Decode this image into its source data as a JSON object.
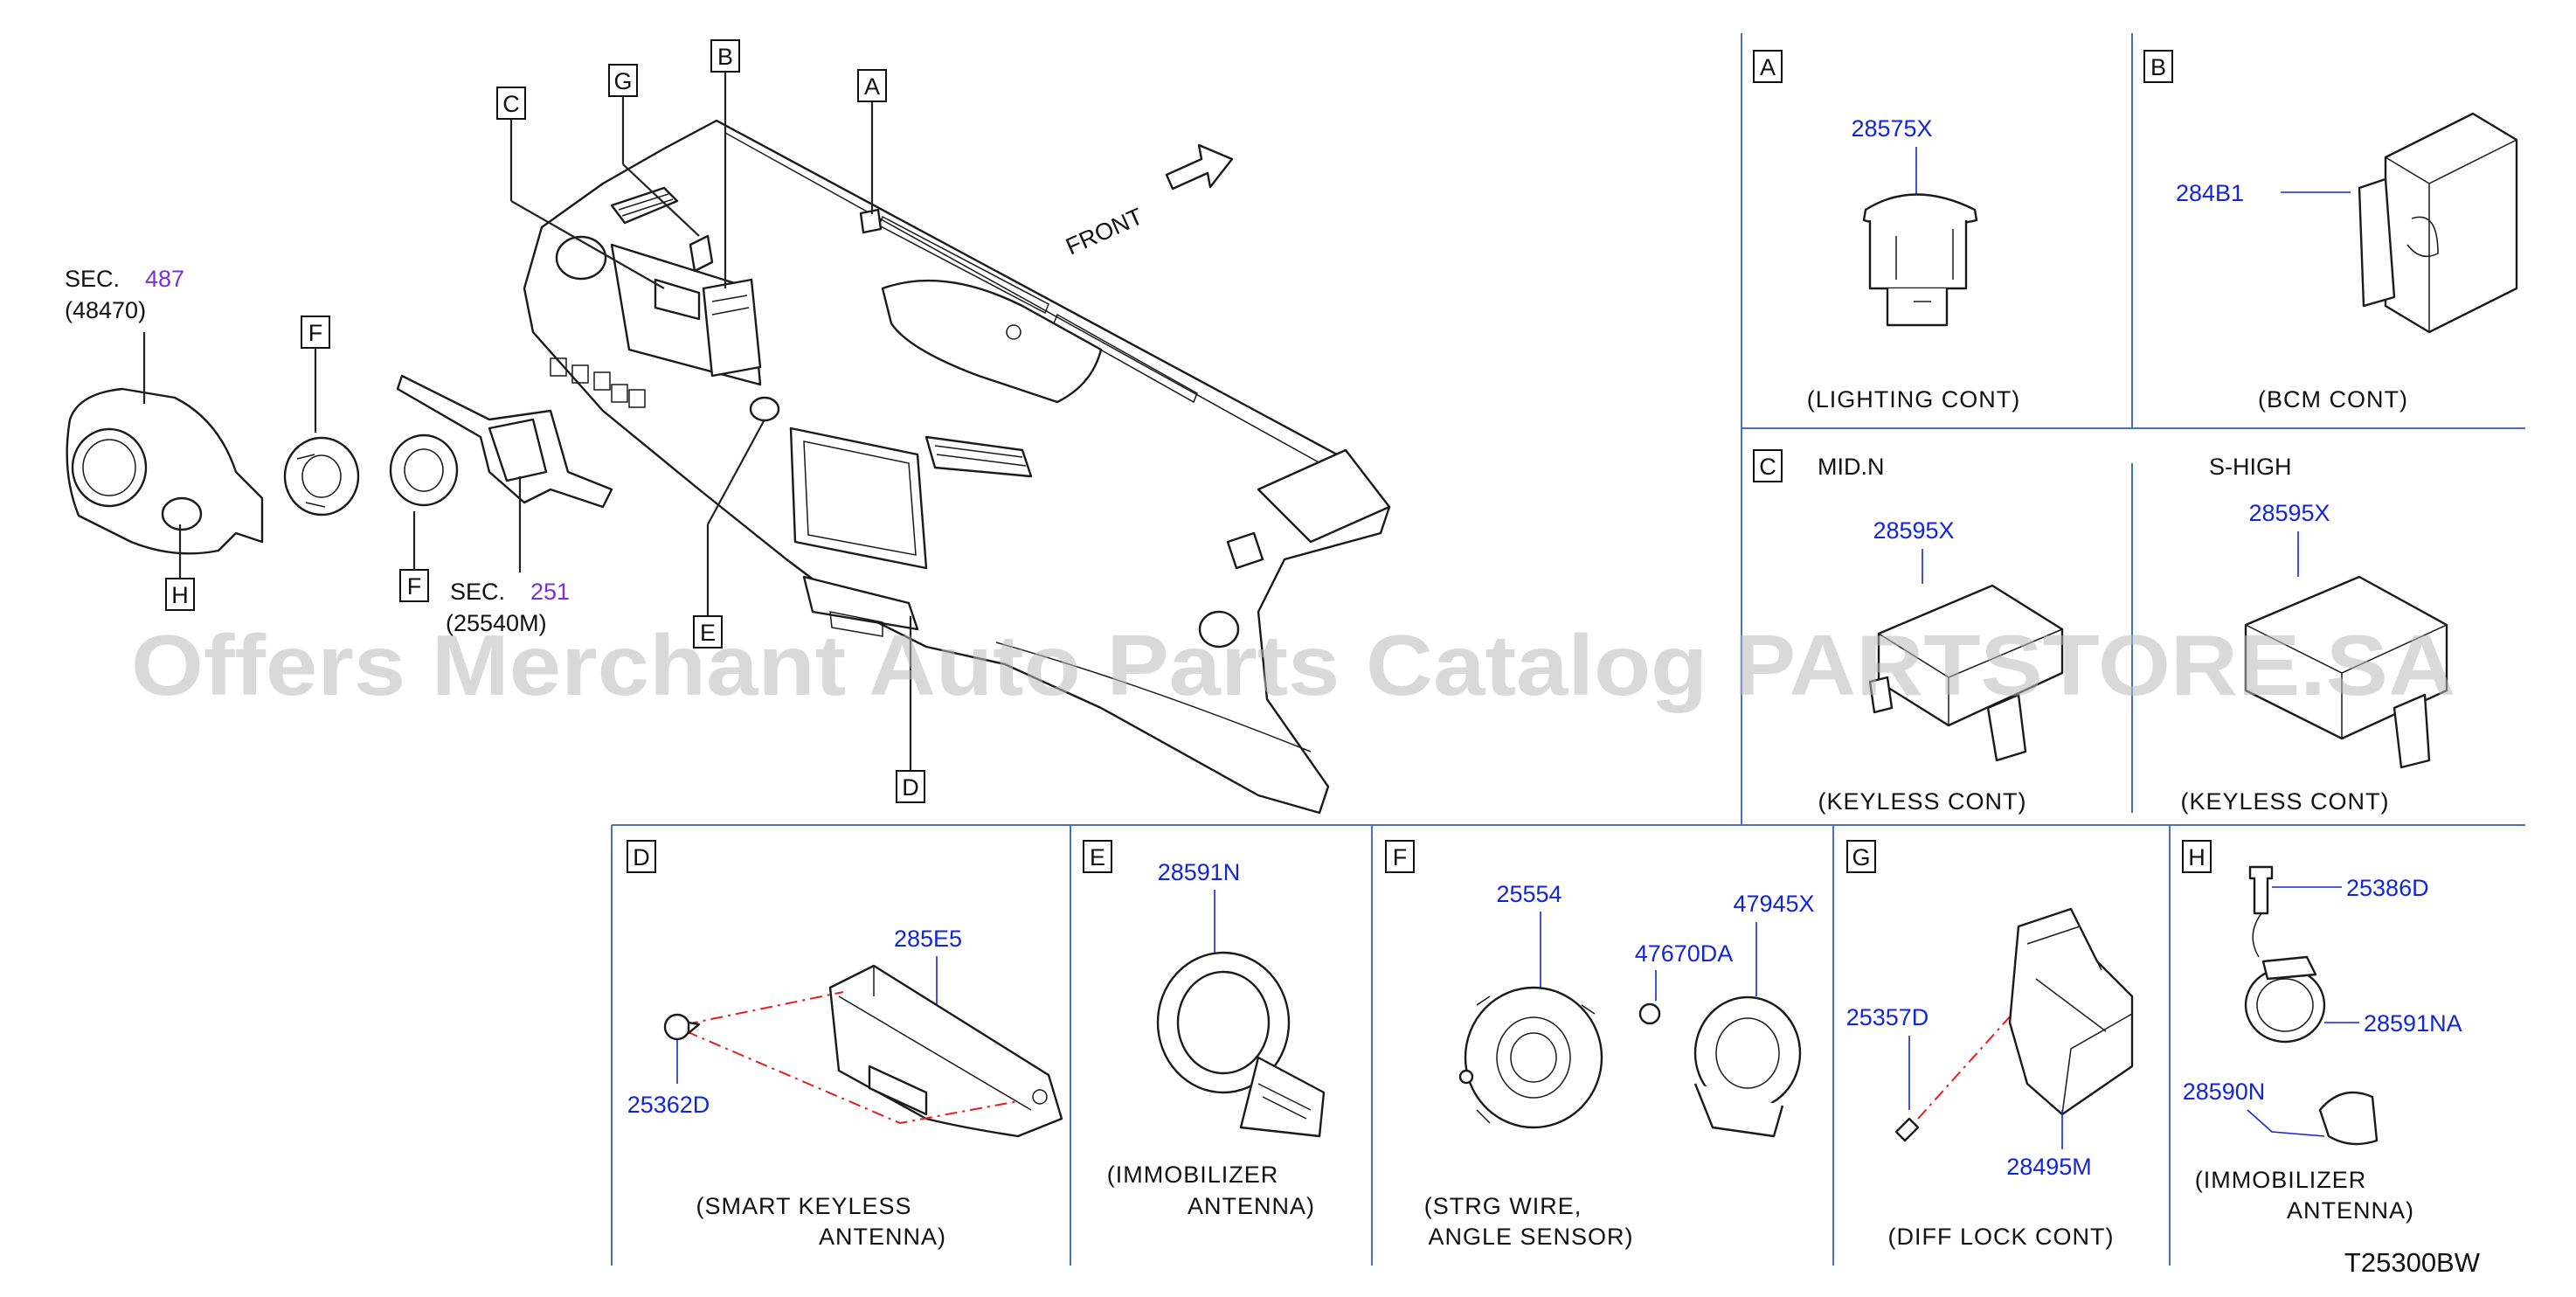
{
  "watermark": "Offers Merchant Auto Parts Catalog PARTSTORE.SA",
  "diagram_code": "T25300BW",
  "front_label": "FRONT",
  "main_callouts": {
    "A": "A",
    "B": "B",
    "C": "C",
    "D": "D",
    "E": "E",
    "F1": "F",
    "F2": "F",
    "G": "G",
    "H": "H"
  },
  "sec_refs": {
    "sec487_prefix": "SEC.",
    "sec487_num": "487",
    "sec487_part": "(48470)",
    "sec251_prefix": "SEC.",
    "sec251_num": "251",
    "sec251_part": "(25540M)"
  },
  "panels": {
    "A": {
      "letter": "A",
      "part": "28575X",
      "caption": "(LIGHTING   CONT)"
    },
    "B": {
      "letter": "B",
      "part": "284B1",
      "caption": "(BCM   CONT)"
    },
    "C": {
      "letter": "C",
      "variant_left": "MID.N",
      "part_left": "28595X",
      "caption_left": "(KEYLESS   CONT)",
      "variant_right": "S-HIGH",
      "part_right": "28595X",
      "caption_right": "(KEYLESS   CONT)"
    },
    "D": {
      "letter": "D",
      "part_main": "285E5",
      "part_screw": "25362D",
      "caption_1": "(SMART   KEYLESS",
      "caption_2": "ANTENNA)"
    },
    "E": {
      "letter": "E",
      "part": "28591N",
      "caption_1": "(IMMOBILIZER",
      "caption_2": "ANTENNA)"
    },
    "F": {
      "letter": "F",
      "part_1": "25554",
      "part_2": "47945X",
      "part_3": "47670DA",
      "caption_1": "(STRG   WIRE,",
      "caption_2": "ANGLE   SENSOR)"
    },
    "G": {
      "letter": "G",
      "part_screw": "25357D",
      "part_main": "28495M",
      "caption": "(DIFF   LOCK   CONT)"
    },
    "H": {
      "letter": "H",
      "part_1": "25386D",
      "part_2": "28591NA",
      "part_3": "28590N",
      "caption_1": "(IMMOBILIZER",
      "caption_2": "ANTENNA)"
    }
  }
}
